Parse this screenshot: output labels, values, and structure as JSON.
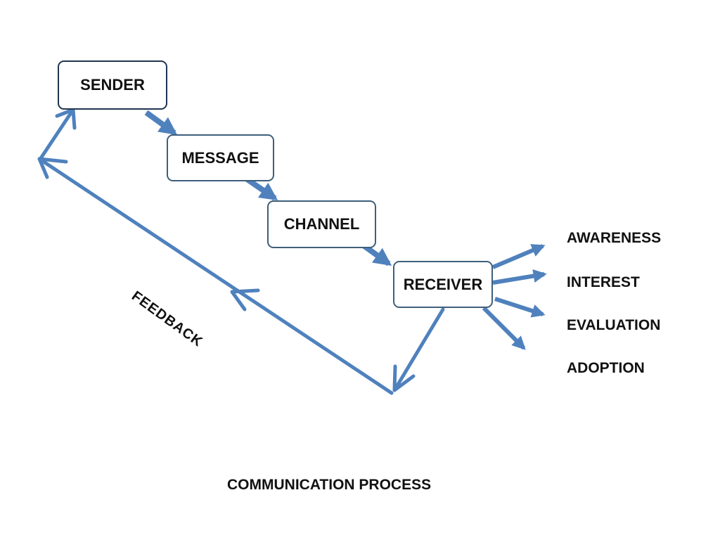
{
  "colors": {
    "arrow": "#4f81bd",
    "arrow_dark": "#2f5f9a",
    "box_border": "#3e5f7a",
    "text": "#111111"
  },
  "nodes": {
    "sender": "SENDER",
    "message": "MESSAGE",
    "channel": "CHANNEL",
    "receiver": "RECEIVER"
  },
  "adoption_stages": [
    "AWARENESS",
    "INTEREST",
    "EVALUATION",
    "ADOPTION"
  ],
  "feedback_label": "FEEDBACK",
  "caption": "COMMUNICATION PROCESS"
}
